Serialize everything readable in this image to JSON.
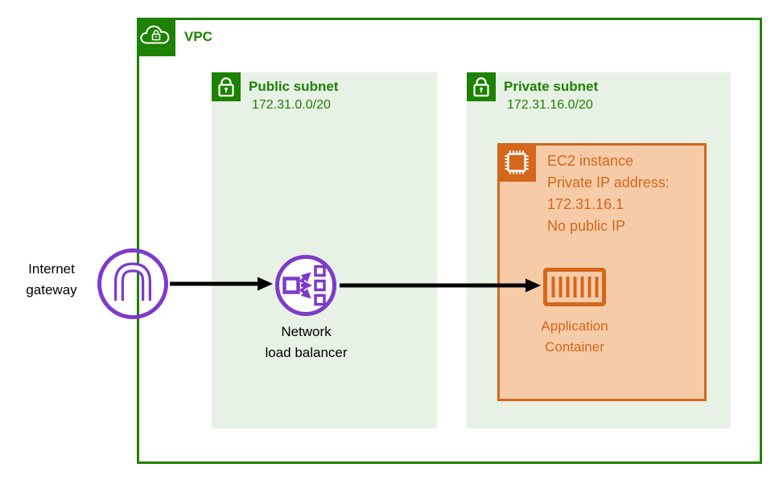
{
  "diagram_title": "VPC network architecture diagram",
  "colors": {
    "green": "#1d8102",
    "subnet_fill": "#e8f1e6",
    "orange": "#d4671c",
    "ec2_fill": "#f6cba8",
    "purple": "#7d3bc9",
    "arrow": "#000000"
  },
  "vpc": {
    "label": "VPC",
    "icon": "cloud-lock-icon"
  },
  "public_subnet": {
    "title": "Public subnet",
    "cidr": "172.31.0.0/20",
    "icon": "lock-icon"
  },
  "private_subnet": {
    "title": "Private subnet",
    "cidr": "172.31.16.0/20",
    "icon": "lock-icon"
  },
  "ec2_instance": {
    "icon": "chip-icon",
    "lines": [
      "EC2 instance",
      "Private IP address:",
      "172.31.16.1",
      "No public IP"
    ]
  },
  "application_container": {
    "label": "Application\nContainer",
    "icon": "container-icon"
  },
  "internet_gateway": {
    "label": "Internet\ngateway",
    "icon": "internet-gateway-icon"
  },
  "network_load_balancer": {
    "label": "Network\nload balancer",
    "icon": "load-balancer-icon"
  }
}
